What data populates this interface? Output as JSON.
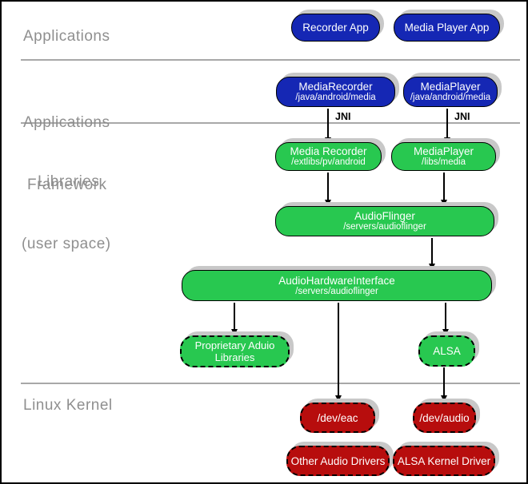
{
  "colors": {
    "app_blue": "#1527b4",
    "lib_green": "#28c850",
    "kernel_red": "#b70d0d",
    "shadow_gray": "#c8c8c8",
    "layer_label_gray": "#8f8f8f"
  },
  "layers": [
    {
      "id": "applications",
      "label_lines": [
        "Applications"
      ]
    },
    {
      "id": "applications-framework",
      "label_lines": [
        "Applications",
        "Framework"
      ]
    },
    {
      "id": "libraries-user-space",
      "label_lines": [
        "Libraries",
        "(user space)"
      ]
    },
    {
      "id": "linux-kernel",
      "label_lines": [
        "Linux Kernel"
      ]
    }
  ],
  "nodes": {
    "recorder_app": {
      "title": "Recorder App"
    },
    "media_player_app": {
      "title": "Media Player App"
    },
    "media_recorder_fw": {
      "title": "MediaRecorder",
      "subtitle": "/java/android/media"
    },
    "media_player_fw": {
      "title": "MediaPlayer",
      "subtitle": "/java/android/media"
    },
    "media_recorder_lib": {
      "title": "Media Recorder",
      "subtitle": "/extlibs/pv/android"
    },
    "media_player_lib": {
      "title": "MediaPlayer",
      "subtitle": "/libs/media"
    },
    "audio_flinger": {
      "title": "AudioFlinger",
      "subtitle": "/servers/audioflinger"
    },
    "audio_hardware_interface": {
      "title": "AudioHardwareInterface",
      "subtitle": "/servers/audioflinger"
    },
    "proprietary_audio_libraries": {
      "title": "Proprietary Aduio",
      "subtitle": "Libraries"
    },
    "alsa": {
      "title": "ALSA"
    },
    "dev_eac": {
      "title": "/dev/eac"
    },
    "dev_audio": {
      "title": "/dev/audio"
    },
    "other_audio_drivers": {
      "title": "Other Audio Drivers"
    },
    "alsa_kernel_driver": {
      "title": "ALSA Kernel Driver"
    }
  },
  "edges": [
    {
      "from": "media_recorder_fw",
      "to": "media_recorder_lib",
      "label": "JNI"
    },
    {
      "from": "media_player_fw",
      "to": "media_player_lib",
      "label": "JNI"
    },
    {
      "from": "media_recorder_lib",
      "to": "audio_flinger",
      "label": ""
    },
    {
      "from": "media_player_lib",
      "to": "audio_flinger",
      "label": ""
    },
    {
      "from": "audio_flinger",
      "to": "audio_hardware_interface",
      "label": ""
    },
    {
      "from": "audio_hardware_interface",
      "to": "proprietary_audio_libraries",
      "label": ""
    },
    {
      "from": "audio_hardware_interface",
      "to": "dev_eac",
      "label": ""
    },
    {
      "from": "audio_hardware_interface",
      "to": "alsa",
      "label": ""
    },
    {
      "from": "alsa",
      "to": "dev_audio",
      "label": ""
    }
  ]
}
